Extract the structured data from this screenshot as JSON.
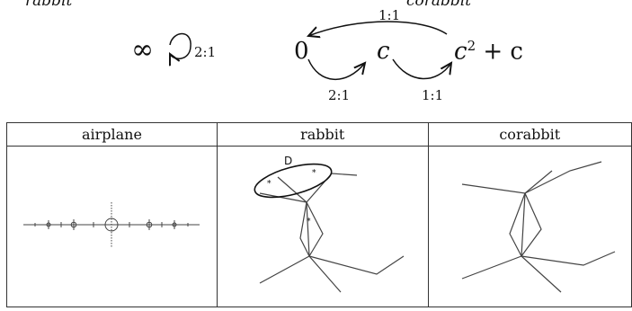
{
  "top_strip": {
    "left_text": "rabbit",
    "right_text": "corabbit"
  },
  "diagram": {
    "infinity": "∞",
    "infinity_loop_label": "2:1",
    "node_zero": "0",
    "node_c": "c",
    "node_c2c_base": "c",
    "node_c2c_exp": "2",
    "node_c2c_tail": " + c",
    "arrow_top_label": "1:1",
    "arrow_zero_to_c_label": "2:1",
    "arrow_c_to_c2c_label": "1:1"
  },
  "table": {
    "headers": [
      "airplane",
      "rabbit",
      "corabbit"
    ],
    "rabbit_marker": "D"
  }
}
